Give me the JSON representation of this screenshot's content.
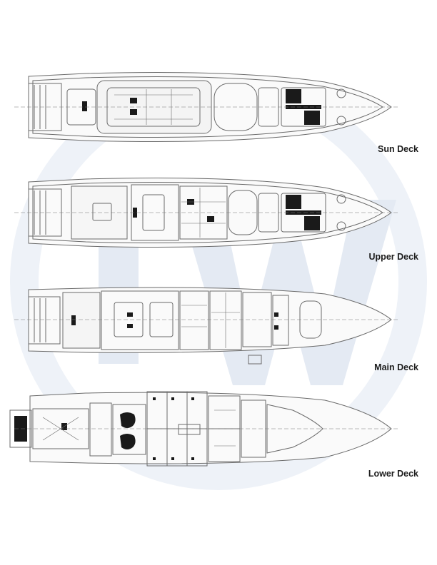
{
  "watermark": {
    "letters": "TW",
    "color": "#e9eef5"
  },
  "decks": [
    {
      "id": "sun",
      "label": "Sun Deck"
    },
    {
      "id": "upper",
      "label": "Upper Deck"
    },
    {
      "id": "main",
      "label": "Main Deck"
    },
    {
      "id": "lower",
      "label": "Lower Deck"
    }
  ],
  "colors": {
    "line": "#6b6b6b",
    "dark": "#1a1a1a",
    "accent": "#e9eef5"
  }
}
